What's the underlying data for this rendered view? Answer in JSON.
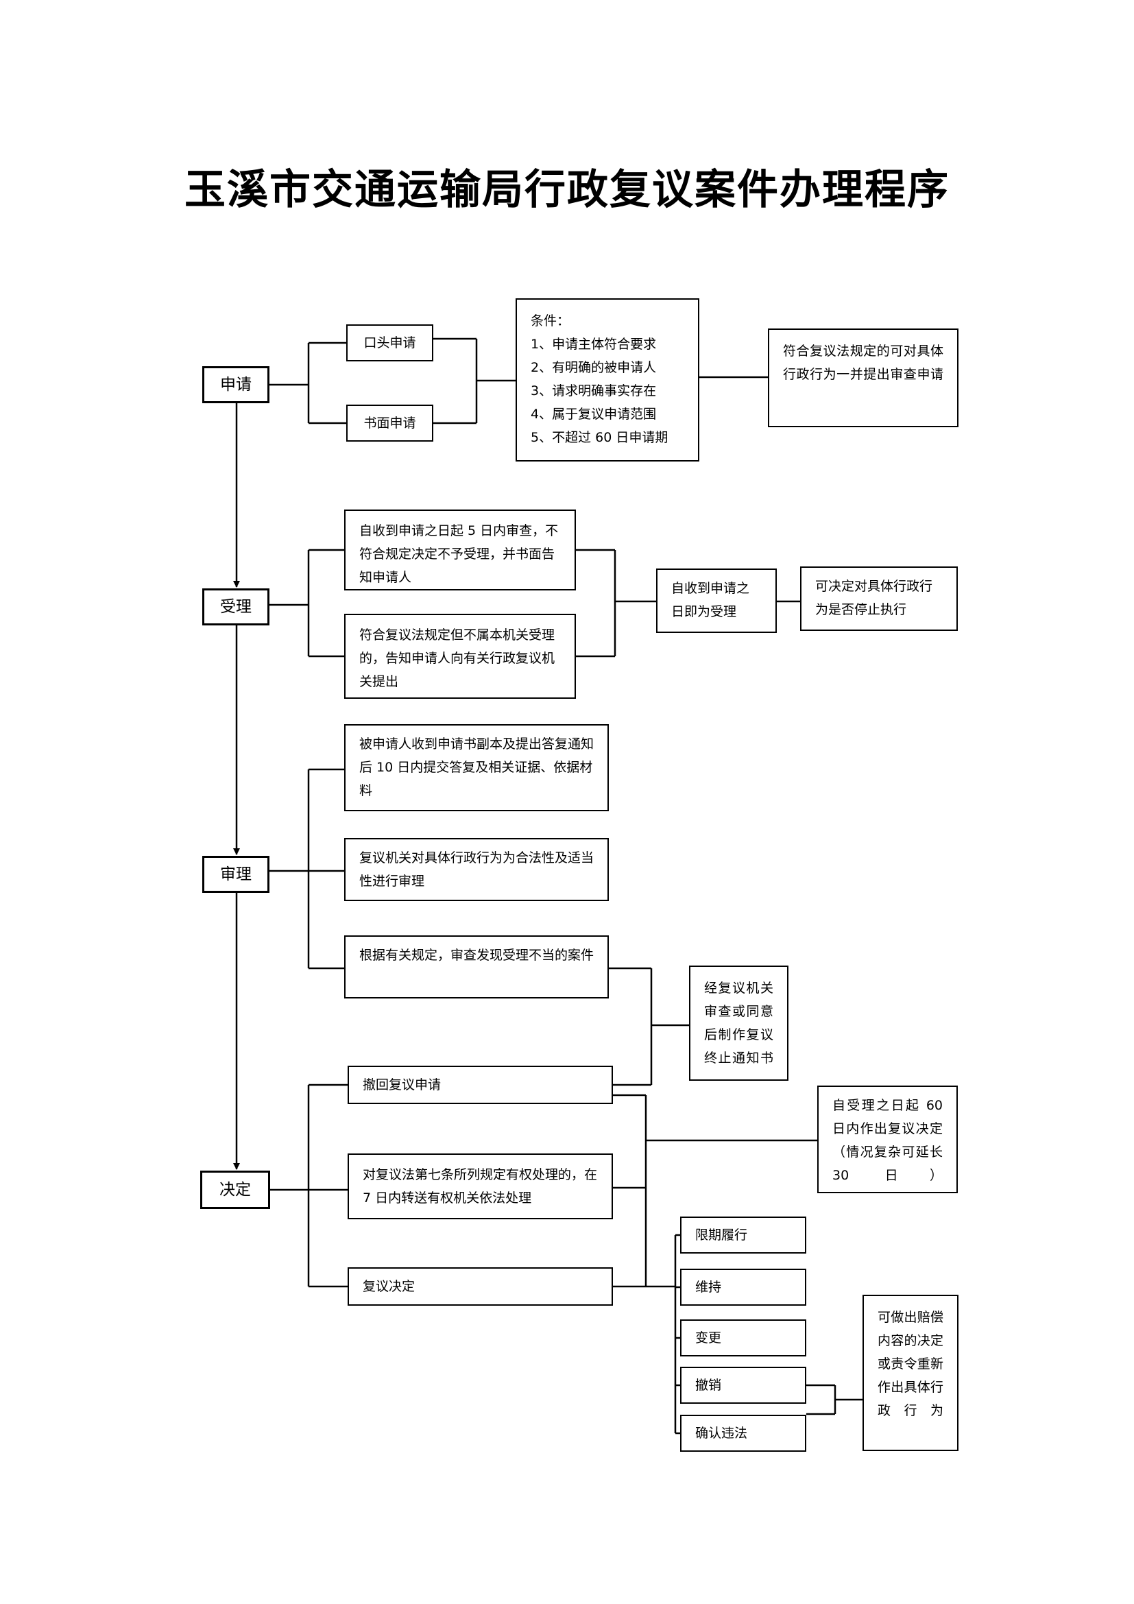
{
  "title": "玉溪市交通运输局行政复议案件办理程序",
  "stages": {
    "apply": "申请",
    "accept": "受理",
    "review": "审理",
    "decide": "决定"
  },
  "apply": {
    "oral": "口头申请",
    "written": "书面申请",
    "conditions": "条件：\n1、申请主体符合要求\n2、有明确的被申请人\n3、请求明确事实存在\n4、属于复议申请范围\n5、不超过 60 日申请期",
    "joint": "符合复议法规定的可对具体行政行为一并提出审查申请"
  },
  "accept": {
    "reject": "自收到申请之日起 5 日内审查，不符合规定决定不予受理，并书面告知申请人",
    "transfer": "符合复议法规定但不属本机关受理的，告知申请人向有关行政复议机关提出",
    "accepted": "自收到申请之日即为受理",
    "suspend": "可决定对具体行政行为是否停止执行"
  },
  "review": {
    "reply": "被申请人收到申请书副本及提出答复通知后 10 日内提交答复及相关证据、依据材料",
    "legality": "复议机关对具体行政行为为合法性及适当性进行审理",
    "improper": "根据有关规定，审查发现受理不当的案件",
    "terminate": "经复议机关审查或同意后制作复议终止通知书"
  },
  "decide": {
    "withdraw": "撤回复议申请",
    "article7": "对复议法第七条所列规定有权处理的，在 7 日内转送有权机关依法处理",
    "decision": "复议决定",
    "deadline": "自受理之日起 60 日内作出复议决定（情况复杂可延长 30 日）",
    "outcomes": [
      "限期履行",
      "维持",
      "变更",
      "撤销",
      "确认违法"
    ],
    "compensation": "可做出赔偿内容的决定或责令重新作出具体行政行为"
  }
}
